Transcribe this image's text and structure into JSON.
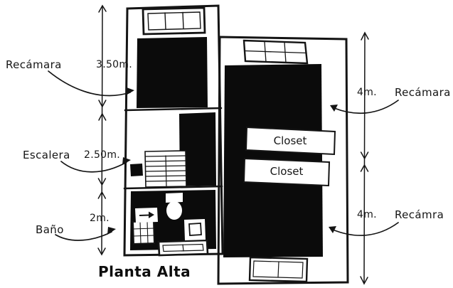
{
  "title": "Planta Alta",
  "labels": {
    "bedroom_left": "Recámara",
    "stairs": "Escalera",
    "bathroom": "Baño",
    "bedroom_right_top": "Recámara",
    "bedroom_right_bottom": "Recámra",
    "closet_top": "Closet",
    "closet_bottom": "Closet"
  },
  "dimensions": {
    "left_top": "3.50m.",
    "left_middle": "2.50m.",
    "left_bottom": "2m.",
    "right_top": "4m.",
    "right_bottom": "4m."
  },
  "colors": {
    "ink": "#141414",
    "room_fill": "#0b0b0b",
    "paper": "#ffffff"
  }
}
